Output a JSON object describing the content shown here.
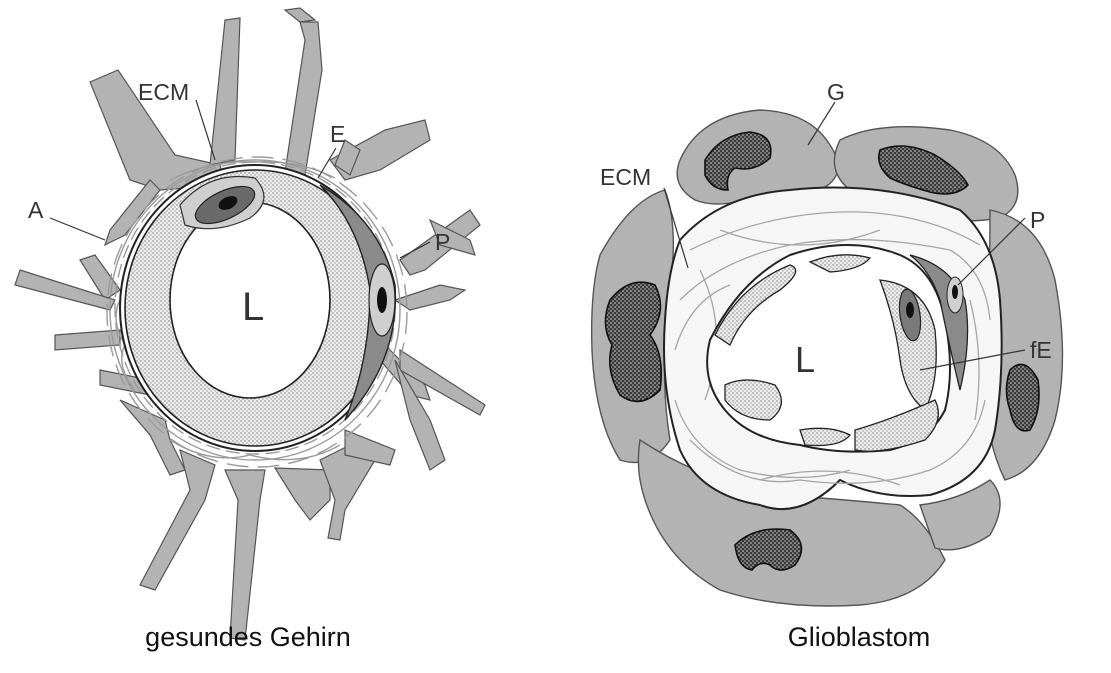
{
  "left_panel": {
    "caption": "gesundes Gehirn",
    "labels": {
      "ecm": "ECM",
      "e": "E",
      "a": "A",
      "p": "P",
      "l": "L"
    }
  },
  "right_panel": {
    "caption": "Glioblastom",
    "labels": {
      "g": "G",
      "ecm": "ECM",
      "p": "P",
      "fe": "fE",
      "l": "L"
    }
  },
  "colors": {
    "tissue": "#b3b3b3",
    "outline": "#222222",
    "stipple_fill": "#e6e6e6",
    "nucleus": "#2a2a2a",
    "background": "#ffffff"
  }
}
